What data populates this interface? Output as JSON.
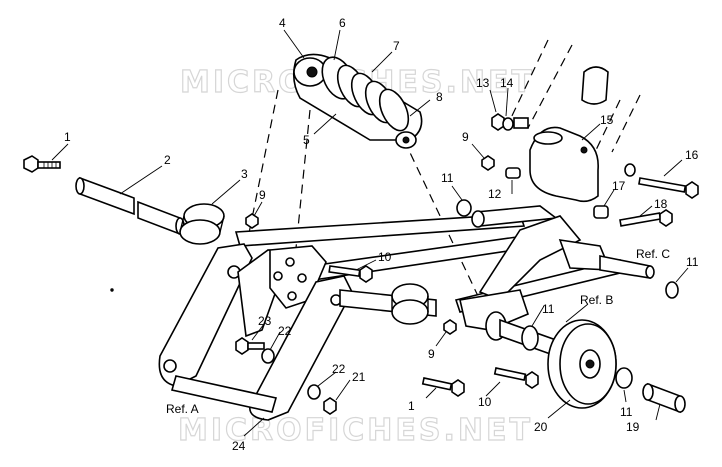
{
  "watermark": "MICROFICHES.NET",
  "callouts": {
    "c1a": "1",
    "c1b": "1",
    "c2": "2",
    "c3": "3",
    "c4": "4",
    "c5": "5",
    "c6": "6",
    "c7": "7",
    "c8": "8",
    "c9a": "9",
    "c9b": "9",
    "c9c": "9",
    "c10a": "10",
    "c10b": "10",
    "c11a": "11",
    "c11b": "11",
    "c11c": "11",
    "c11d": "11",
    "c12": "12",
    "c13": "13",
    "c14": "14",
    "c15": "15",
    "c16": "16",
    "c17": "17",
    "c18": "18",
    "c19": "19",
    "c20": "20",
    "c21": "21",
    "c22a": "22",
    "c22b": "22",
    "c23": "23",
    "c24": "24"
  },
  "refs": {
    "a": "Ref. A",
    "b": "Ref. B",
    "c": "Ref. C"
  }
}
